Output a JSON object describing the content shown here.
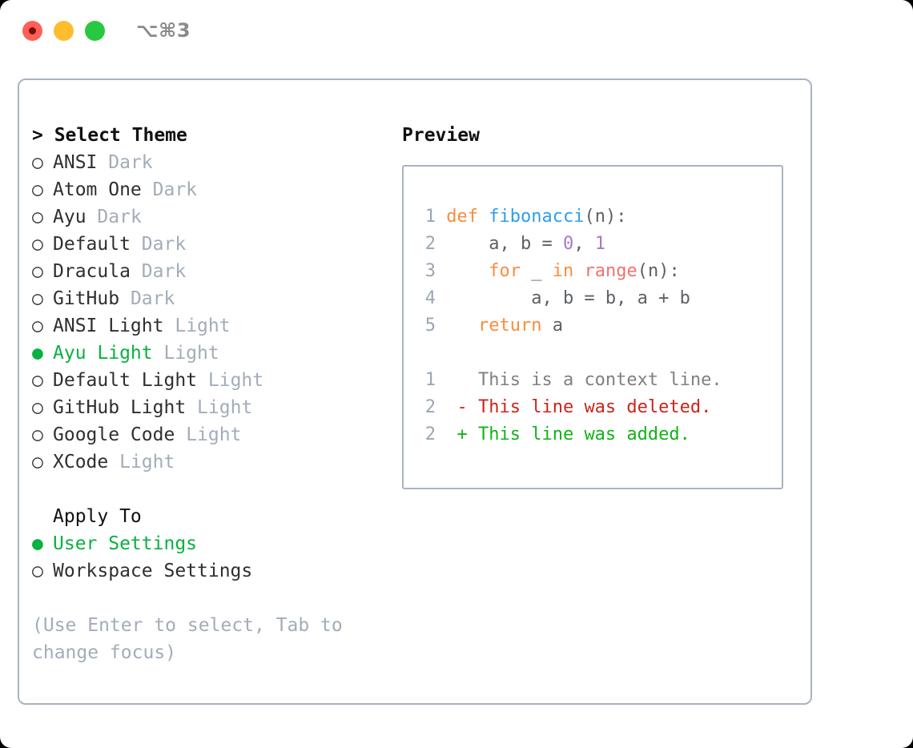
{
  "window": {
    "title": "⌥⌘3",
    "traffic_lights": [
      {
        "name": "close",
        "color": "#ff5f57"
      },
      {
        "name": "minimize",
        "color": "#febc2e"
      },
      {
        "name": "maximize",
        "color": "#28c840"
      }
    ]
  },
  "theme_picker": {
    "header": "> Select Theme",
    "selected_bullet": "●",
    "unselected_bullet": "○",
    "accent_color": "#08b23f",
    "items": [
      {
        "bullet": "○",
        "name": "ANSI",
        "tag": "Dark",
        "selected": false
      },
      {
        "bullet": "○",
        "name": "Atom One",
        "tag": "Dark",
        "selected": false
      },
      {
        "bullet": "○",
        "name": "Ayu",
        "tag": "Dark",
        "selected": false
      },
      {
        "bullet": "○",
        "name": "Default",
        "tag": "Dark",
        "selected": false
      },
      {
        "bullet": "○",
        "name": "Dracula",
        "tag": "Dark",
        "selected": false
      },
      {
        "bullet": "○",
        "name": "GitHub",
        "tag": "Dark",
        "selected": false
      },
      {
        "bullet": "○",
        "name": "ANSI Light",
        "tag": "Light",
        "selected": false
      },
      {
        "bullet": "●",
        "name": "Ayu Light",
        "tag": "Light",
        "selected": true
      },
      {
        "bullet": "○",
        "name": "Default Light",
        "tag": "Light",
        "selected": false
      },
      {
        "bullet": "○",
        "name": "GitHub Light",
        "tag": "Light",
        "selected": false
      },
      {
        "bullet": "○",
        "name": "Google Code",
        "tag": "Light",
        "selected": false
      },
      {
        "bullet": "○",
        "name": "XCode",
        "tag": "Light",
        "selected": false
      }
    ]
  },
  "apply_to": {
    "header": "Apply To",
    "options": [
      {
        "bullet": "●",
        "label": "User Settings",
        "selected": true
      },
      {
        "bullet": "○",
        "label": "Workspace Settings",
        "selected": false
      }
    ]
  },
  "hint": "(Use Enter to select, Tab to change focus)",
  "preview": {
    "header": "Preview",
    "code_lines": [
      {
        "number": "1",
        "tokens": [
          {
            "text": "def ",
            "kind": "kw"
          },
          {
            "text": "fibonacci",
            "kind": "fn"
          },
          {
            "text": "(n):",
            "kind": "punc"
          }
        ]
      },
      {
        "number": "2",
        "tokens": [
          {
            "text": "    a, b = ",
            "kind": "var"
          },
          {
            "text": "0",
            "kind": "num"
          },
          {
            "text": ", ",
            "kind": "punc"
          },
          {
            "text": "1",
            "kind": "num"
          }
        ]
      },
      {
        "number": "3",
        "tokens": [
          {
            "text": "    ",
            "kind": "var"
          },
          {
            "text": "for",
            "kind": "kw"
          },
          {
            "text": " _ ",
            "kind": "var"
          },
          {
            "text": "in",
            "kind": "kw"
          },
          {
            "text": " ",
            "kind": "var"
          },
          {
            "text": "range",
            "kind": "bi"
          },
          {
            "text": "(n):",
            "kind": "punc"
          }
        ]
      },
      {
        "number": "4",
        "tokens": [
          {
            "text": "        a, b = b, a + b",
            "kind": "var"
          }
        ]
      },
      {
        "number": "5",
        "tokens": [
          {
            "text": "   ",
            "kind": "var"
          },
          {
            "text": "return",
            "kind": "kw"
          },
          {
            "text": " a",
            "kind": "var"
          }
        ]
      }
    ],
    "diff_lines": [
      {
        "number": "1",
        "marker": " ",
        "text": "  This is a context line.",
        "kind": "context"
      },
      {
        "number": "2",
        "marker": "-",
        "text": "- This line was deleted.",
        "kind": "deleted"
      },
      {
        "number": "2",
        "marker": "+",
        "text": "+ This line was added.",
        "kind": "added"
      }
    ]
  }
}
